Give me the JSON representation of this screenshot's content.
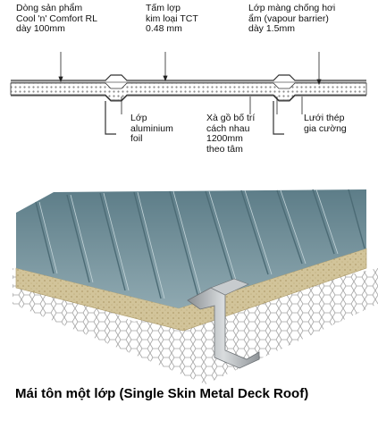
{
  "labels": {
    "product": "Dòng sản phẩm\nCool 'n' Comfort RL\ndày 100mm",
    "metal_sheet": "Tấm lợp\nkim loại TCT\n0.48 mm",
    "vapour_barrier": "Lớp màng chống hơi\nẩm (vapour barrier)\ndày 1.5mm",
    "aluminium_foil": "Lớp\naluminium\nfoil",
    "purlin": "Xà gồ bố trí\ncách nhau\n1200mm\ntheo tâm",
    "steel_mesh": "Lưới thép\ngia cường"
  },
  "caption": "Mái tôn một lớp (Single Skin Metal Deck Roof)",
  "colors": {
    "metal_sheet": "#6f8f9a",
    "insulation": "#d2c49a",
    "purlin": "#a9adb0",
    "leader_line": "#222222"
  }
}
